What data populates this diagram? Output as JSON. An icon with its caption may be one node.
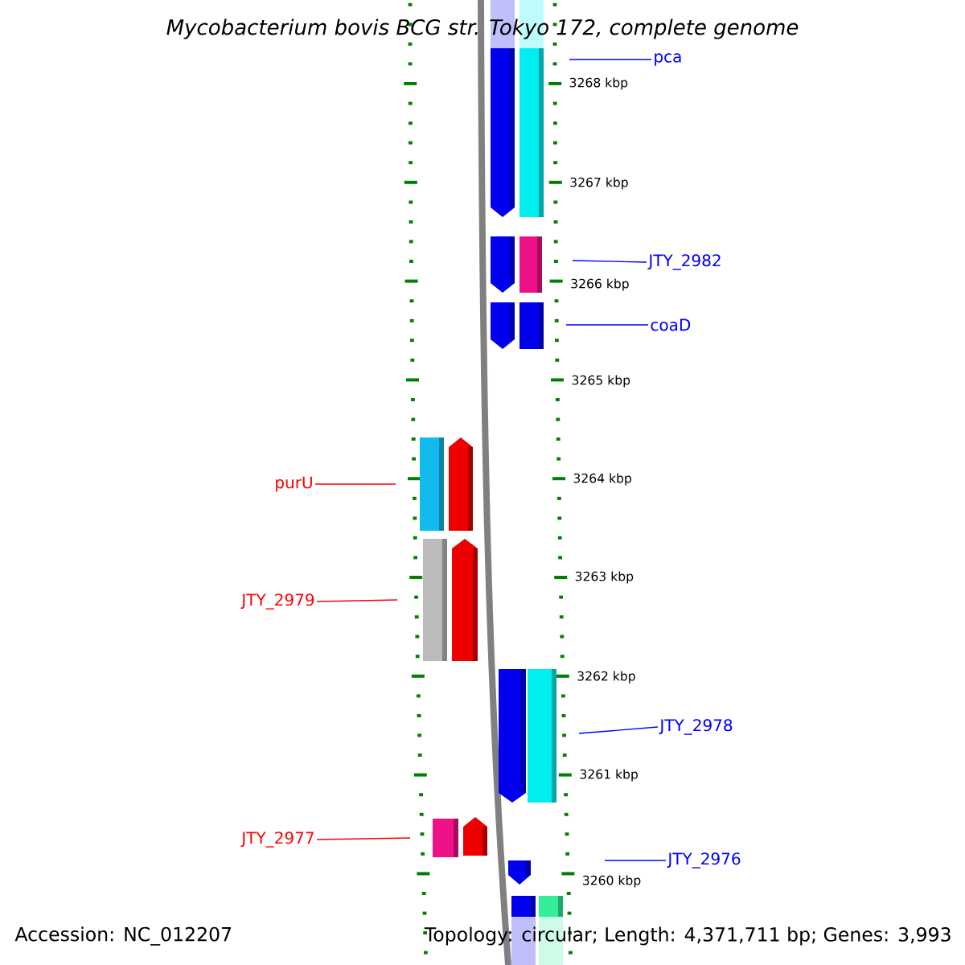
{
  "diagram": {
    "title": "Mycobacterium bovis BCG str. Tokyo 172, complete genome",
    "nodes": [
      {
        "text": [
          "pca"
        ]
      },
      {
        "text": [
          "JTY_2982"
        ]
      },
      {
        "text": [
          "coaD"
        ]
      },
      {
        "text": [
          "purU"
        ]
      },
      {
        "text": [
          "JTY_2979"
        ]
      },
      {
        "text": [
          "JTY_2978"
        ]
      },
      {
        "text": [
          "JTY_2977"
        ]
      },
      {
        "text": [
          "JTY_2976"
        ]
      }
    ],
    "edges": [
      {
        "from": 0,
        "to": null,
        "arrow": "none",
        "color": "#0000ff"
      },
      {
        "from": 1,
        "to": null,
        "arrow": "none",
        "color": "#0000ff"
      },
      {
        "from": 2,
        "to": null,
        "arrow": "none",
        "color": "#0000ff"
      },
      {
        "from": 3,
        "to": null,
        "arrow": "none",
        "color": "#ff0000"
      },
      {
        "from": 4,
        "to": null,
        "arrow": "none",
        "color": "#ff0000"
      },
      {
        "from": 5,
        "to": null,
        "arrow": "none",
        "color": "#0000ff"
      },
      {
        "from": 6,
        "to": null,
        "arrow": "none",
        "color": "#ff0000"
      },
      {
        "from": 7,
        "to": null,
        "arrow": "none",
        "color": "#0000ff"
      }
    ],
    "labels": [
      "3268 kbp",
      "3267 kbp",
      "3266 kbp",
      "3265 kbp",
      "3264 kbp",
      "3263 kbp",
      "3262 kbp",
      "3261 kbp",
      "3260 kbp",
      "Accession: NC_012207",
      "Topology: circular; Length: 4,371,711 bp; Genes: 3,993"
    ]
  }
}
